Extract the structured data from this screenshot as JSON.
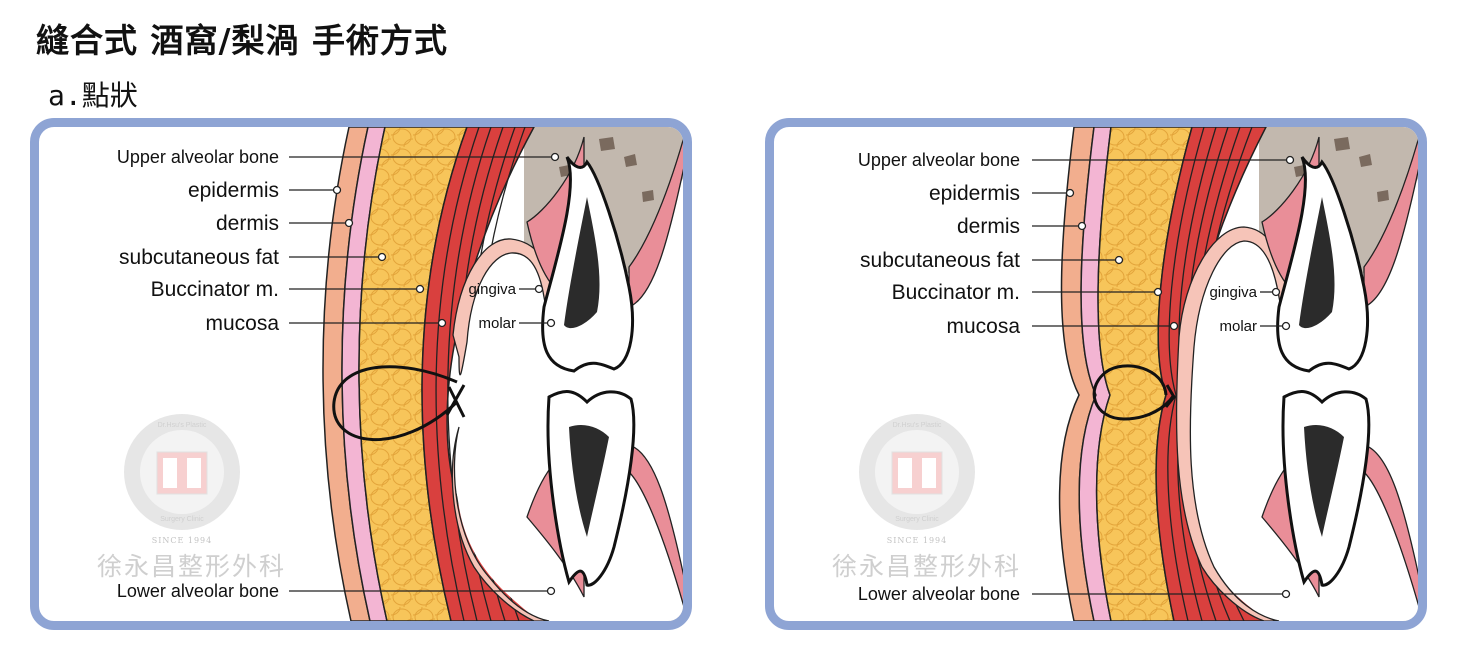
{
  "page": {
    "title": "縫合式 酒窩/梨渦 手術方式",
    "subtitle": "a.點狀"
  },
  "labels": {
    "upper_alveolar_bone": "Upper alveolar bone",
    "epidermis": "epidermis",
    "dermis": "dermis",
    "subcutaneous_fat": "subcutaneous fat",
    "buccinator": "Buccinator  m.",
    "mucosa": "mucosa",
    "gingiva": "gingiva",
    "molar": "molar",
    "lower_alveolar_bone": "Lower alveolar bone"
  },
  "watermark": {
    "clinic_name": "徐永昌整形外科",
    "since": "SINCE 1994",
    "ring_top": "Dr.Hsu's Plastic",
    "ring_bottom": "Surgery Clinic"
  },
  "colors": {
    "panel_border": "#8ea4d4",
    "epidermis": "#f2ae8e",
    "dermis": "#f3b5d3",
    "fat": "#f7c55a",
    "fat_cell": "#e6a93a",
    "muscle": "#d9403e",
    "bone": "#c2b8ae",
    "gum": "#e98e98",
    "gum_light": "#f6c4b8",
    "tooth": "#ffffff",
    "pulp": "#2b2b2b",
    "watermark": "#cfcfcf"
  }
}
